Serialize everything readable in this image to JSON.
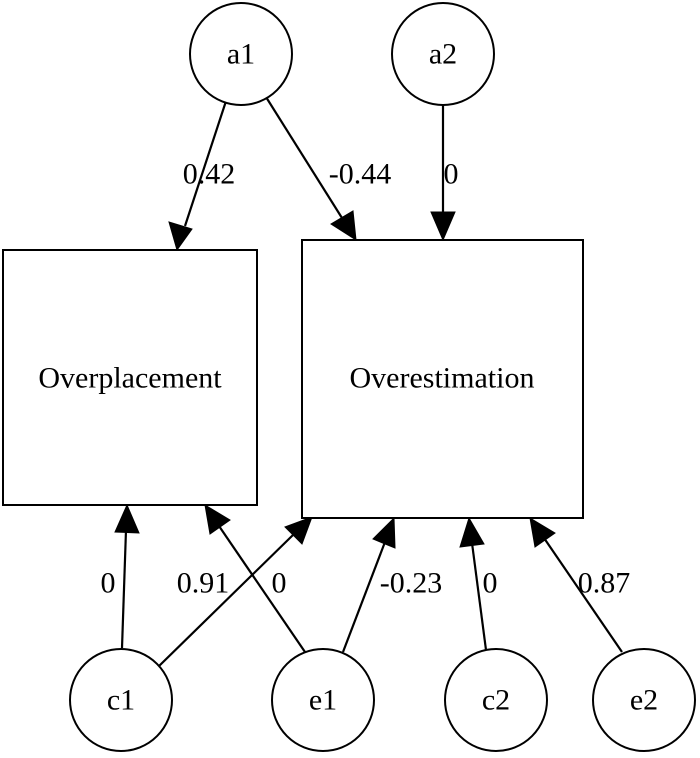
{
  "nodes": {
    "a1": "a1",
    "a2": "a2",
    "c1": "c1",
    "e1": "e1",
    "c2": "c2",
    "e2": "e2",
    "overplacement": "Overplacement",
    "overestimation": "Overestimation"
  },
  "edges": {
    "a1_overplacement": "0.42",
    "a1_overestimation": "-0.44",
    "a2_overestimation": "0",
    "c1_overplacement": "0",
    "c1_overestimation": "0.91",
    "e1_overplacement": "0",
    "e1_overestimation": "-0.23",
    "c2_overestimation": "0",
    "e2_overestimation": "0.87"
  }
}
